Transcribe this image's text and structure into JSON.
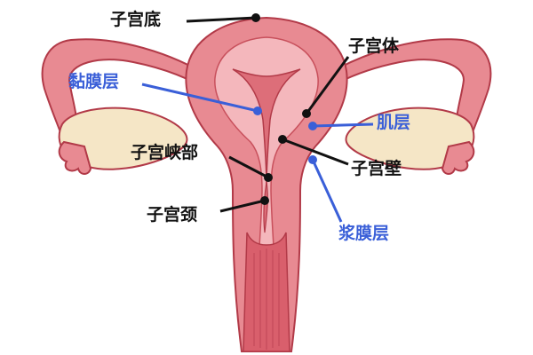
{
  "labels": {
    "fundus": "子宫底",
    "body": "子宫体",
    "endometrium": "黏膜层",
    "myometrium": "肌层",
    "isthmus": "子宫峡部",
    "wall": "子宫壁",
    "serosa": "浆膜层",
    "cervix": "子宫颈"
  },
  "colors": {
    "outline": "#b23a48",
    "outer_tissue": "#e88a92",
    "inner_tissue": "#f4b7bc",
    "cavity": "#dd6e79",
    "ovary": "#f5e6c6",
    "leader_black": "#111111",
    "leader_blue": "#3a5fd8"
  }
}
